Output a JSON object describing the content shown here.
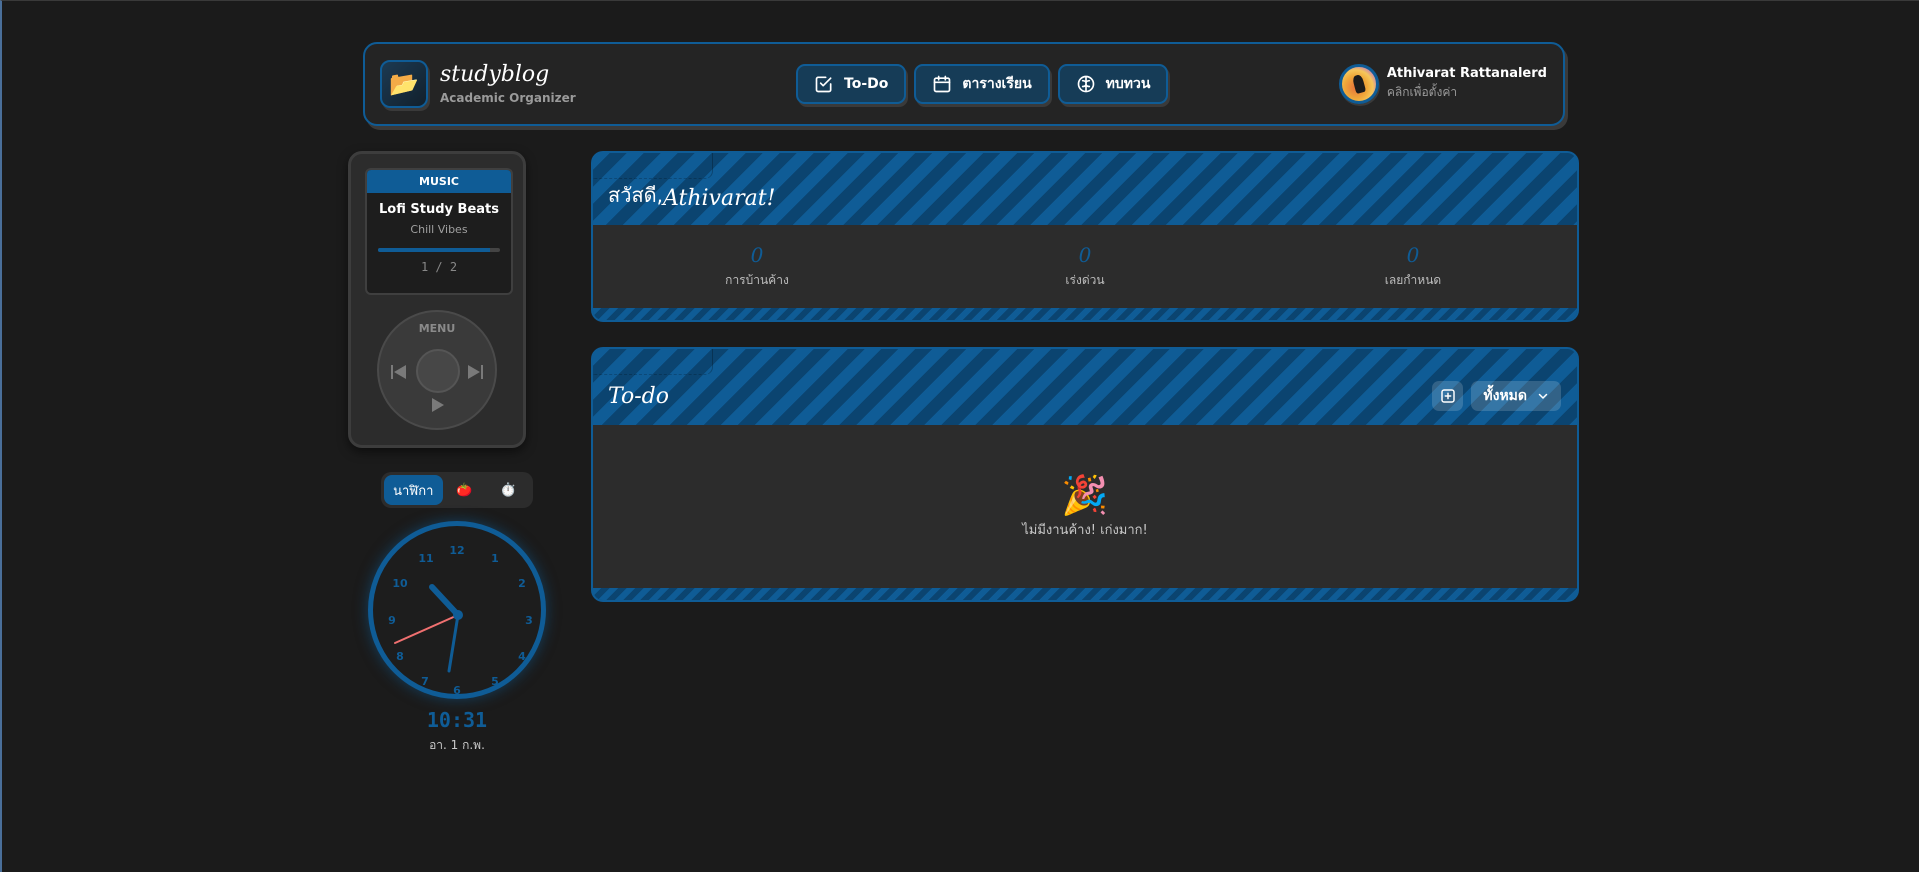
{
  "header": {
    "brand": {
      "icon": "folder-icon",
      "emoji": "📂",
      "title": "studyblog",
      "subtitle": "Academic Organizer"
    },
    "nav": [
      {
        "label": "To-Do",
        "icon": "checkbox-icon"
      },
      {
        "label": "ตารางเรียน",
        "icon": "calendar-icon"
      },
      {
        "label": "ทบทวน",
        "icon": "brain-icon"
      }
    ],
    "user": {
      "name": "Athivarat Rattanalerd",
      "subtitle": "คลิกเพื่อตั้งค่า"
    }
  },
  "music_player": {
    "header": "MUSIC",
    "track": "Lofi Study Beats",
    "artist": "Chill Vibes",
    "progress_percent": 92,
    "track_counter": "1 / 2",
    "wheel": {
      "menu_label": "MENU",
      "prev_icon": "skip-back-icon",
      "next_icon": "skip-forward-icon",
      "play_icon": "play-icon"
    }
  },
  "clock_modes": {
    "active_label": "นาฬิกา",
    "pomodoro_icon": "🍅",
    "stopwatch_icon": "⏱️"
  },
  "clock": {
    "numbers": [
      "12",
      "1",
      "2",
      "3",
      "4",
      "5",
      "6",
      "7",
      "8",
      "9",
      "10",
      "11"
    ],
    "time": "10:31",
    "date": "อา. 1 ก.พ.",
    "accent": "#0f5c96",
    "second_hand_color": "#f07070"
  },
  "greeting": {
    "prefix": "สวัสดี, ",
    "name": "Athivarat!",
    "stats": [
      {
        "value": "0",
        "label": "การบ้านค้าง"
      },
      {
        "value": "0",
        "label": "เร่งด่วน"
      },
      {
        "value": "0",
        "label": "เลยกำหนด"
      }
    ]
  },
  "todo": {
    "title": "To-do",
    "add_icon": "plus-square-icon",
    "filter_value": "ทั้งหมด",
    "empty_emoji": "🎉",
    "empty_text": "ไม่มีงานค้าง! เก่งมาก!"
  },
  "colors": {
    "accent": "#0f5c96",
    "background": "#1b1b1b",
    "panel": "#242424",
    "card_body": "#2c2c2c"
  }
}
